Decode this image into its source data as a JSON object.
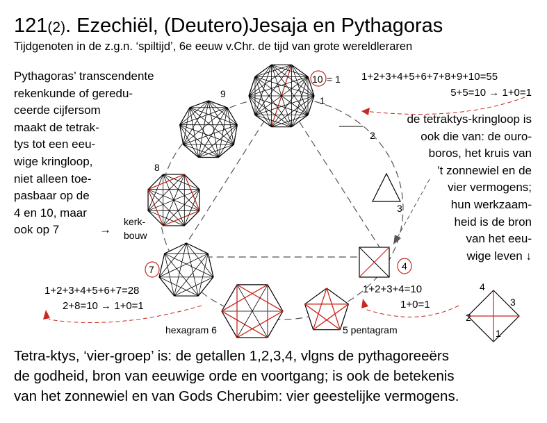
{
  "title": {
    "number": "121",
    "part": "(2)",
    "rest": ". Ezechiël, (Deutero)Jesaja en Pythagoras"
  },
  "subtitle": "Tijdgenoten in de z.g.n. ‘spiltijd’, 6e eeuw v.Chr. de tijd van grote wereldleraren",
  "left_text": [
    "Pythagoras’ transcendente",
    "rekenkunde of geredu-",
    "ceerde cijfersom",
    "maakt de tetrak-",
    "tys tot een eeu-",
    "wige kringloop,",
    "niet alleen toe-",
    "pasbaar op de",
    "4 en 10, maar",
    "ook op 7"
  ],
  "left_arrow": "→",
  "right_text": [
    "de tetraktys-kringloop is",
    "ook die van: de ouro-",
    "boros, het kruis van",
    "’t zonnewiel en de",
    "vier vermogens;",
    "hun werkzaam-",
    "heid is de bron",
    "van het eeu-",
    "wige leven ↓"
  ],
  "sum_top": {
    "line1": "1+2+3+4+5+6+7+8+9+10=55",
    "line2": "5+5=10 → 1+0=1"
  },
  "sum_seven": {
    "line1": "1+2+3+4+5+6+7=28",
    "line2": "2+8=10 → 1+0=1"
  },
  "sum_four": {
    "line1": "1+2+3+4=10",
    "line2": "1+0=1"
  },
  "labels": {
    "ten_circled": "10",
    "ten_eq": "= 1",
    "one": "1",
    "two": "2",
    "three": "3",
    "four_circled": "4",
    "five": "5 pentagram",
    "six": "hexagram 6",
    "seven_circled": "7",
    "eight": "8",
    "nine": "9",
    "kerk1": "kerk-",
    "kerk2": "bouw"
  },
  "cross_labels": {
    "top": "4",
    "right": "3",
    "left": "2",
    "bottom": "1"
  },
  "bottom_text": [
    "Tetra-ktys, ‘vier-groep’ is: de getallen 1,2,3,4, vlgns de pythagoreeërs",
    "de godheid, bron van eeuwige orde en voortgang; is ook de betekenis",
    "van het zonnewiel en van Gods Cherubim: vier geestelijke vermogens."
  ],
  "colors": {
    "accent": "#c8281e",
    "ink": "#000000",
    "dash": "#555555"
  }
}
